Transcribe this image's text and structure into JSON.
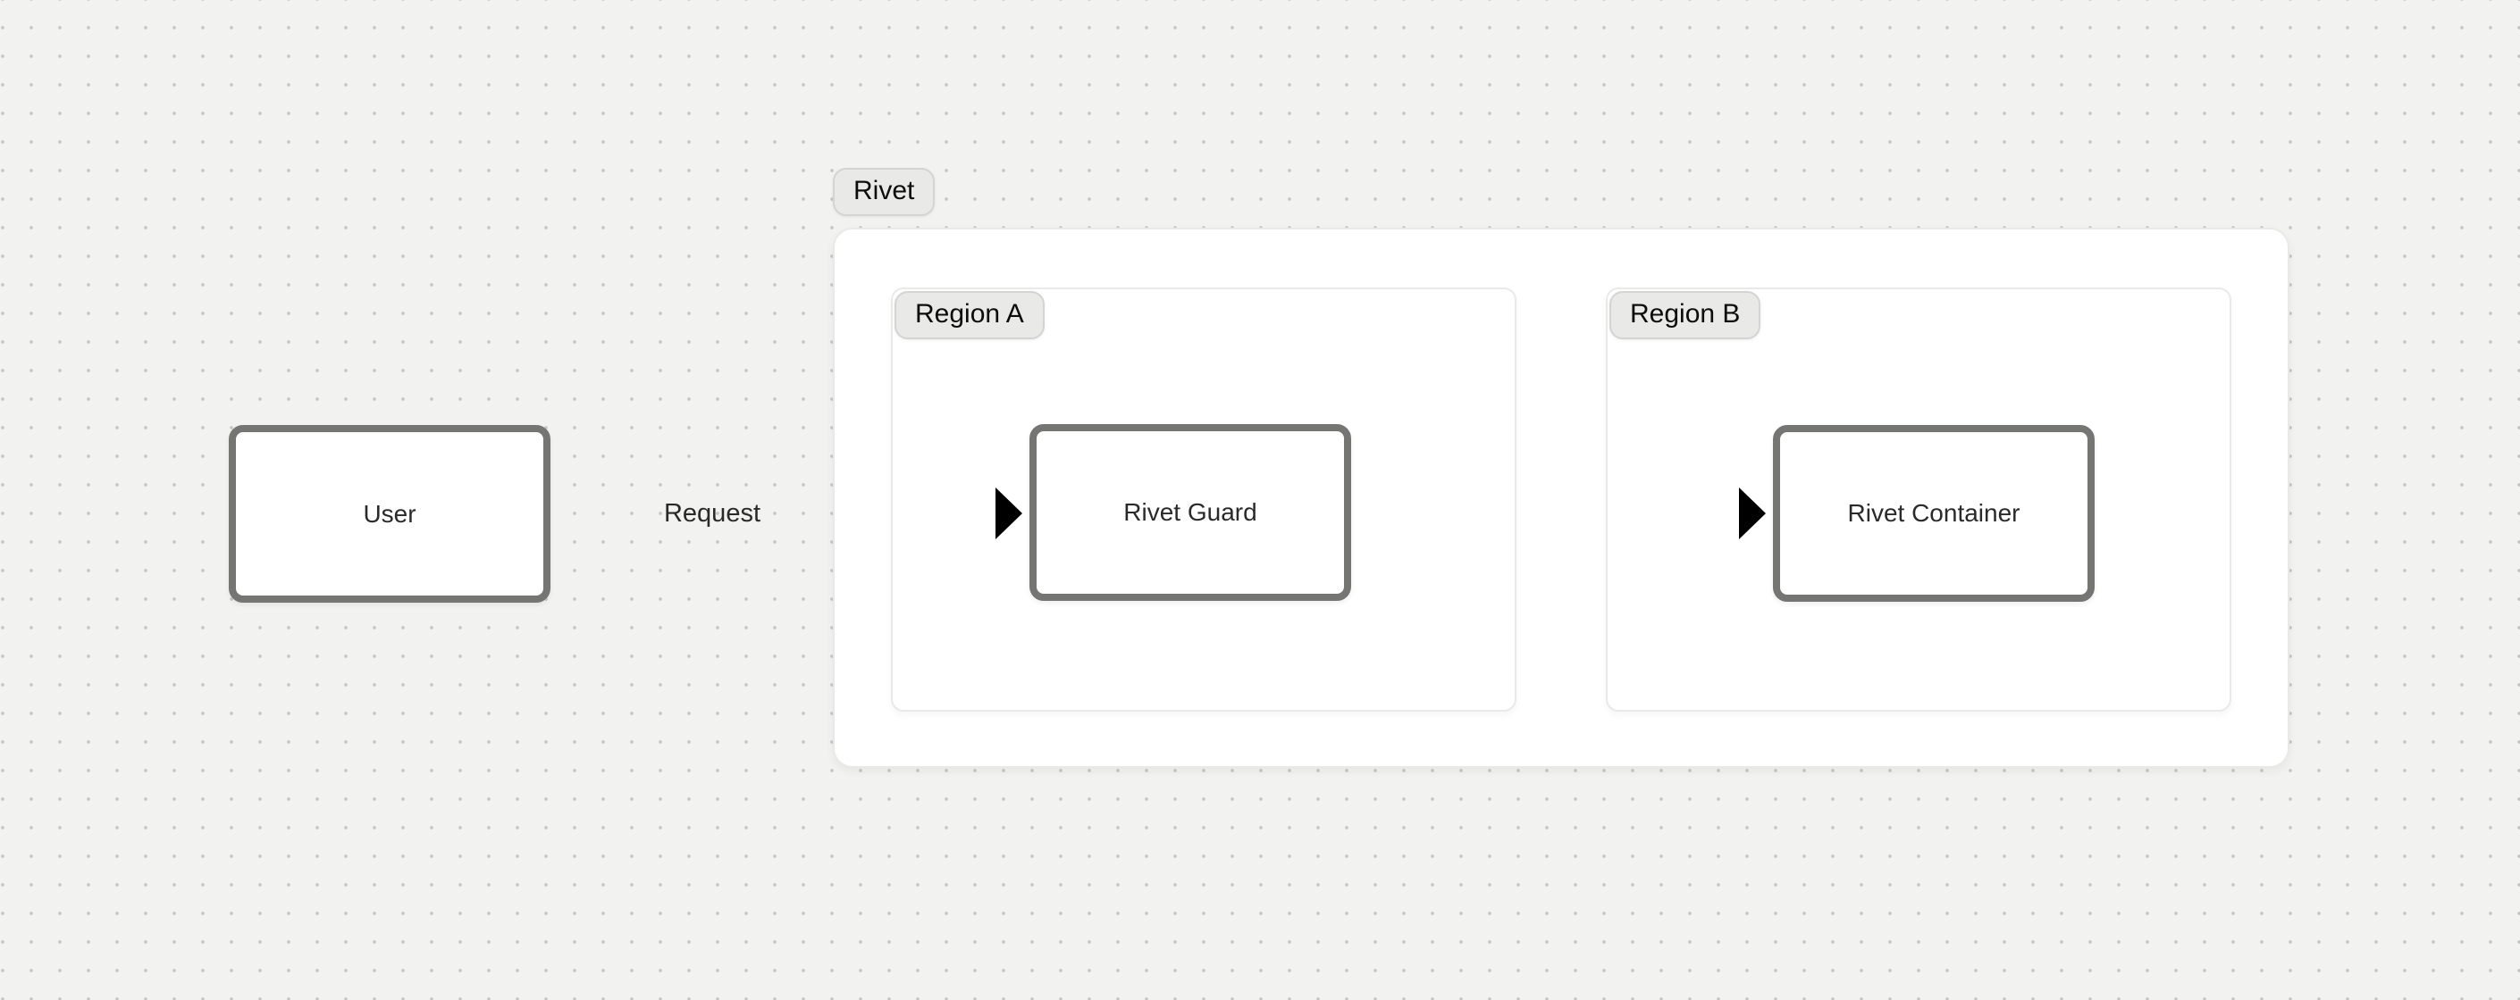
{
  "diagram": {
    "groups": {
      "rivet": {
        "label": "Rivet"
      },
      "region_a": {
        "label": "Region A"
      },
      "region_b": {
        "label": "Region B"
      }
    },
    "nodes": {
      "user": {
        "label": "User"
      },
      "rivet_guard": {
        "label": "Rivet Guard"
      },
      "rivet_container": {
        "label": "Rivet Container"
      }
    },
    "edges": {
      "user_to_guard": {
        "label": "Request",
        "from": "user",
        "to": "rivet_guard"
      },
      "guard_to_container": {
        "label": "",
        "from": "rivet_guard",
        "to": "rivet_container"
      }
    },
    "colors": {
      "canvas_bg": "#f2f2f1",
      "dot": "#c6c6c5",
      "group_fill": "#ffffff",
      "group_border": "#e9e9e8",
      "pill_bg": "#e9e9e8",
      "pill_border": "#d4d4d3",
      "pill_text": "#0d0d0d",
      "node_fill": "#ffffff",
      "node_border": "#757574",
      "node_text": "#2a2a2a",
      "edge": "#757574",
      "edge_label_text": "#2a2a2a"
    }
  }
}
